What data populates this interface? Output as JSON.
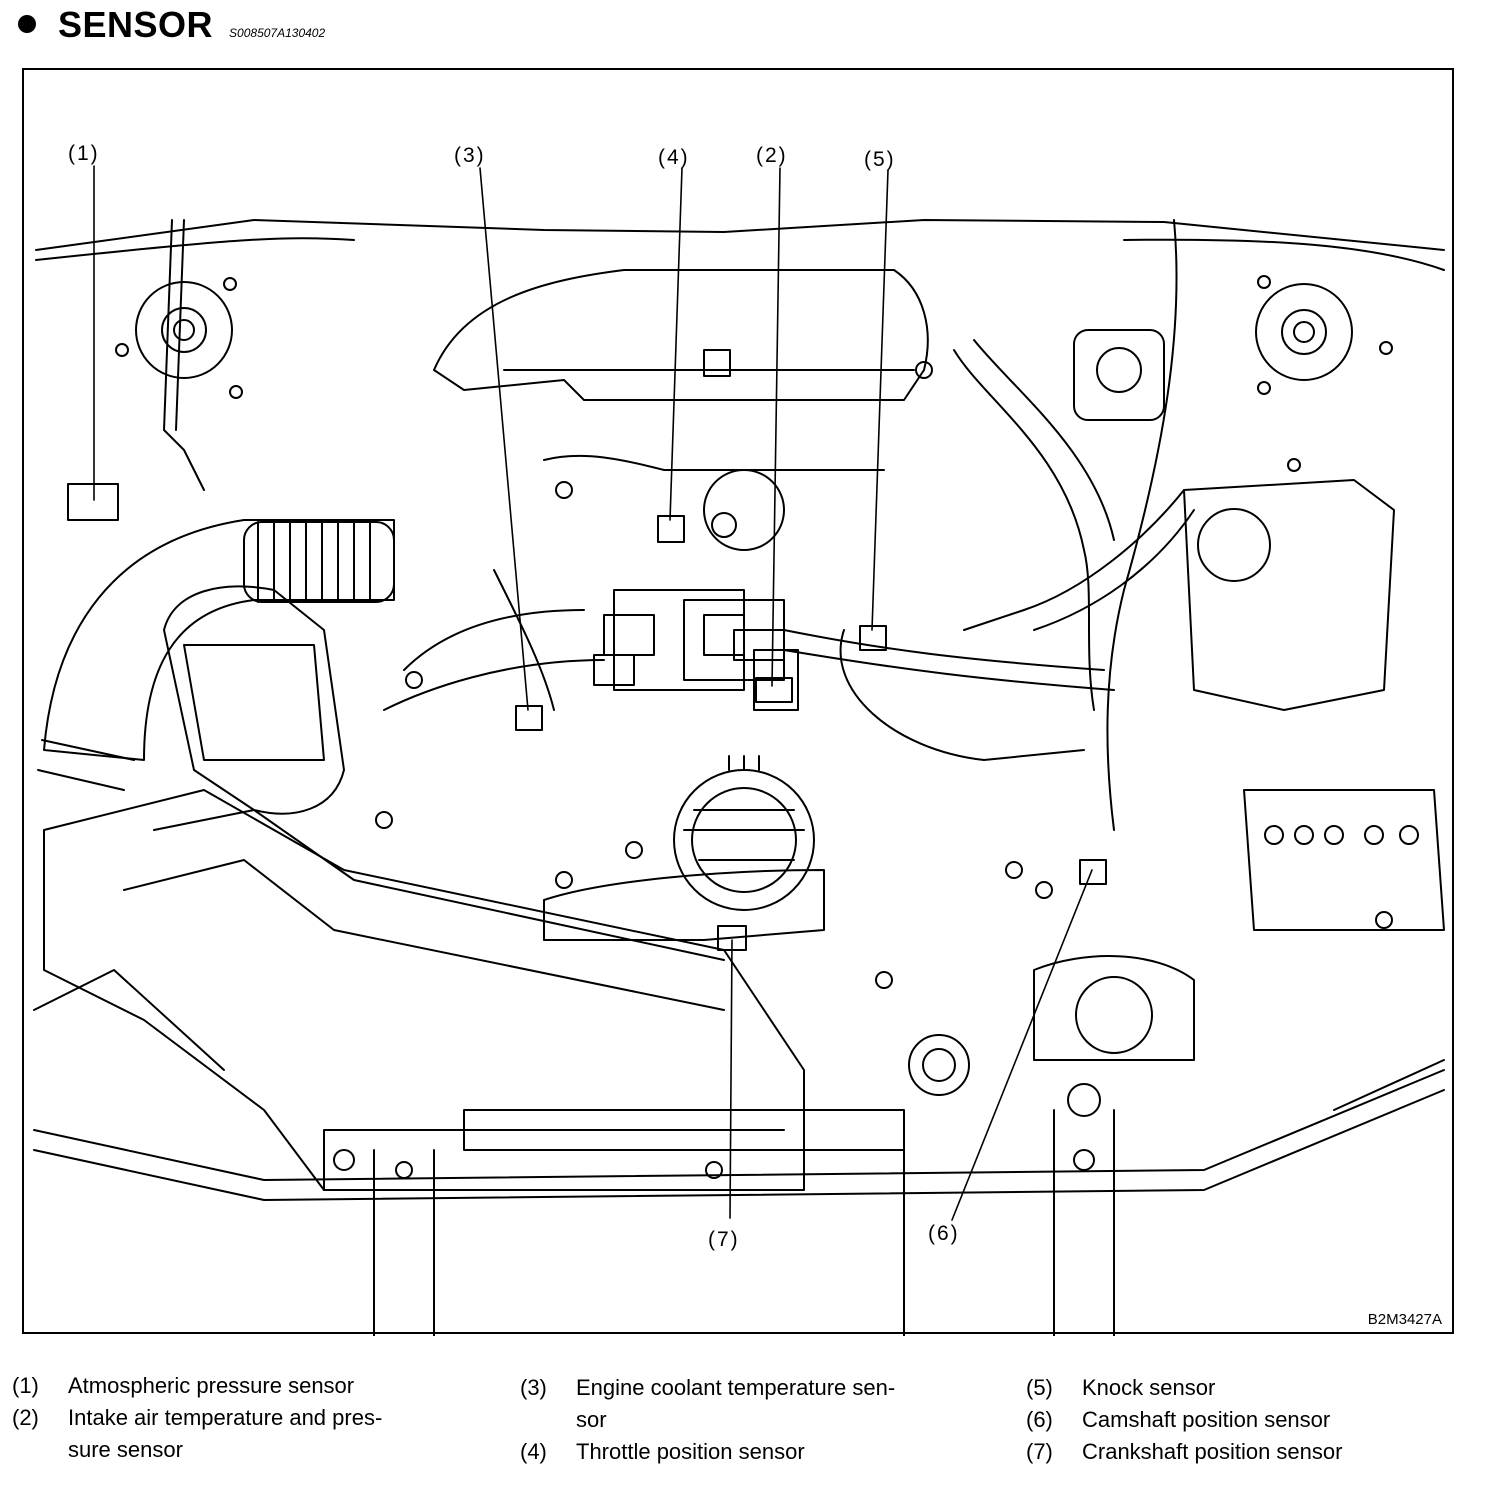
{
  "header": {
    "bullet": "●",
    "title": "SENSOR",
    "doc_id": "S008507A130402"
  },
  "diagram": {
    "callouts": [
      "(1)",
      "(2)",
      "(3)",
      "(4)",
      "(5)",
      "(6)",
      "(7)"
    ],
    "figure_code": "B2M3427A"
  },
  "legend": [
    {
      "num": "(1)",
      "lines": [
        "Atmospheric pressure sensor"
      ]
    },
    {
      "num": "(2)",
      "lines": [
        "Intake air temperature and pres-",
        "sure sensor"
      ]
    },
    {
      "num": "(3)",
      "lines": [
        "Engine coolant temperature sen-",
        "sor"
      ]
    },
    {
      "num": "(4)",
      "lines": [
        "Throttle position sensor"
      ]
    },
    {
      "num": "(5)",
      "lines": [
        "Knock sensor"
      ]
    },
    {
      "num": "(6)",
      "lines": [
        "Camshaft position sensor"
      ]
    },
    {
      "num": "(7)",
      "lines": [
        "Crankshaft position sensor"
      ]
    }
  ]
}
